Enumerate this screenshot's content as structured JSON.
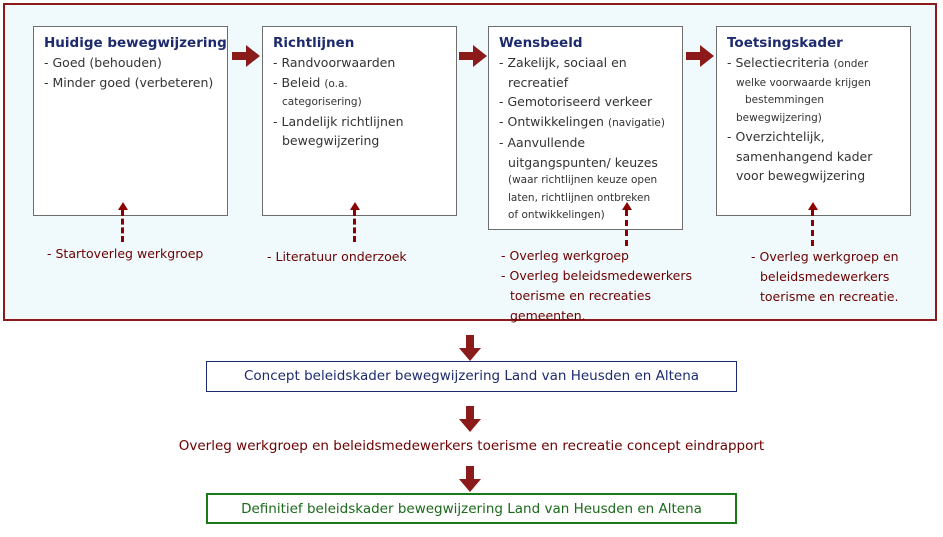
{
  "colors": {
    "accent": "#8b1a1a",
    "title_blue": "#1d2b6e",
    "final_green": "#1a7a1a",
    "panel_bg": "#f0fafc"
  },
  "stages": [
    {
      "title": "Huidige bewegwijzering",
      "items": [
        "- Goed (behouden)",
        "- Minder goed (verbeteren)"
      ],
      "meeting": [
        "- Startoverleg werkgroep"
      ]
    },
    {
      "title": "Richtlijnen",
      "items": [
        "- Randvoorwaarden",
        "- Beleid",
        "(o.a.",
        "categorisering)",
        "- Landelijk richtlijnen",
        "bewegwijzering"
      ],
      "meeting": [
        "- Literatuur onderzoek"
      ]
    },
    {
      "title": "Wensbeeld",
      "items": [
        "- Zakelijk, sociaal en",
        "recreatief",
        "- Gemotoriseerd verkeer",
        "- Ontwikkelingen",
        "(navigatie)",
        "- Aanvullende",
        "uitgangspunten/ keuzes",
        "(waar richtlijnen keuze open",
        "laten, richtlijnen ontbreken",
        "of ontwikkelingen)"
      ],
      "meeting": [
        "- Overleg werkgroep",
        "- Overleg beleidsmedewerkers",
        "toerisme en recreaties",
        "gemeenten."
      ]
    },
    {
      "title": "Toetsingskader",
      "items": [
        "- Selectiecriteria",
        "(onder",
        "welke voorwaarde krijgen",
        "bestemmingen",
        "bewegwijzering)",
        "- Overzichtelijk,",
        "samenhangend kader",
        "voor bewegwijzering"
      ],
      "meeting": [
        "- Overleg werkgroep en",
        "beleidsmedewerkers",
        "toerisme en recreatie."
      ]
    }
  ],
  "flow": {
    "concept": "Concept beleidskader bewegwijzering Land van Heusden en Altena",
    "overleg": "Overleg werkgroep en beleidsmedewerkers toerisme en recreatie concept eindrapport",
    "final": "Definitief beleidskader bewegwijzering Land van Heusden en Altena"
  }
}
